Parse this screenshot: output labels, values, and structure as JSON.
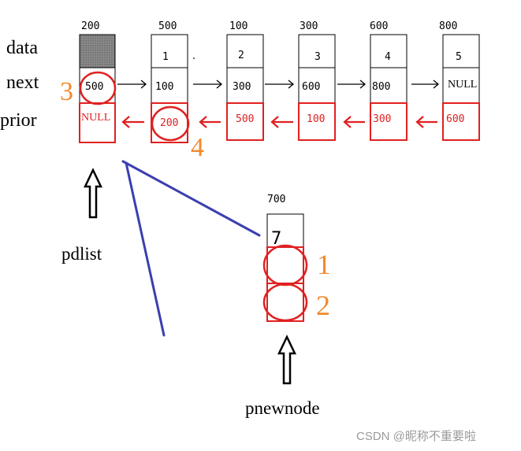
{
  "row_labels": {
    "data": "data",
    "next": "next",
    "prior": "prior"
  },
  "list_nodes": [
    {
      "addr": "200",
      "data": "",
      "next": "500",
      "prior": "NULL"
    },
    {
      "addr": "500",
      "data": "1",
      "next": "100",
      "prior": "200"
    },
    {
      "addr": "100",
      "data": "2",
      "next": "300",
      "prior": "500"
    },
    {
      "addr": "300",
      "data": "3",
      "next": "600",
      "prior": "100"
    },
    {
      "addr": "600",
      "data": "4",
      "next": "800",
      "prior": "300"
    },
    {
      "addr": "800",
      "data": "5",
      "next": "NULL",
      "prior": "600"
    }
  ],
  "new_node": {
    "addr": "700",
    "data": "7"
  },
  "pointers": {
    "pdlist": "pdlist",
    "pnewnode": "pnewnode"
  },
  "step_numbers": {
    "one": "1",
    "two": "2",
    "three": "3",
    "four": "4"
  },
  "watermark": "CSDN @昵称不重要啦",
  "colors": {
    "black": "#000000",
    "red": "#e02020",
    "orange": "#f08a30",
    "blue": "#3b3fb0",
    "head_fill": "#777777",
    "watermark": "#999999"
  }
}
